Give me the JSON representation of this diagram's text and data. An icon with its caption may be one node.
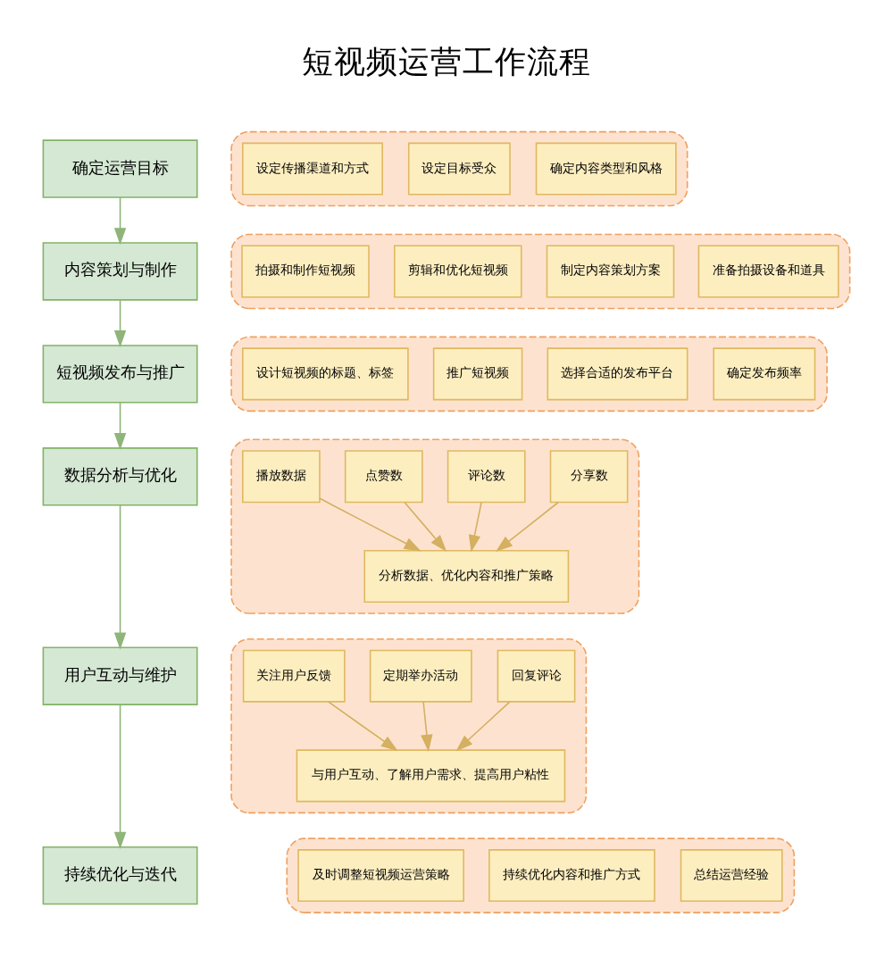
{
  "diagram": {
    "title": "短视频运营工作流程",
    "nodes": [
      {
        "text": [
          "确定运营目标"
        ]
      },
      {
        "text": [],
        "shape": "box"
      },
      {
        "text": [
          "设定目标受众"
        ],
        "in": 1
      },
      {
        "text": [
          "确定内容类型和风格"
        ],
        "in": 1
      },
      {
        "text": [
          "设定传播渠道和方式"
        ],
        "in": 1
      },
      {
        "text": [
          "内容策划与制作"
        ]
      },
      {
        "text": [],
        "shape": "box"
      },
      {
        "text": [
          "制定内容策划方案"
        ],
        "in": 6
      },
      {
        "text": [
          "准备拍摄设备和道具"
        ],
        "in": 6
      },
      {
        "text": [
          "拍摄和制作短视频"
        ],
        "in": 6
      },
      {
        "text": [
          "剪辑和优化短视频"
        ],
        "in": 6
      },
      {
        "text": [
          "短视频发布与推广"
        ]
      },
      {
        "text": [],
        "shape": "box"
      },
      {
        "text": [
          "选择合适的发布平台"
        ],
        "in": 12
      },
      {
        "text": [
          "确定发布频率"
        ],
        "in": 12
      },
      {
        "text": [
          "设计短视频的标题、标签"
        ],
        "in": 12
      },
      {
        "text": [
          "推广短视频"
        ],
        "in": 12
      },
      {
        "text": [
          "数据分析与优化"
        ]
      },
      {
        "text": [],
        "shape": "box"
      },
      {
        "text": [
          "播放数据"
        ],
        "in": 18
      },
      {
        "text": [
          "点赞数"
        ],
        "in": 18
      },
      {
        "text": [
          "评论数"
        ],
        "in": 18
      },
      {
        "text": [
          "分享数"
        ],
        "in": 18
      },
      {
        "text": [
          "分析数据、优化内容和推广策略"
        ],
        "in": 18
      },
      {
        "text": [
          "用户互动与维护"
        ]
      },
      {
        "text": [],
        "shape": "box"
      },
      {
        "text": [
          "回复评论"
        ],
        "in": 25
      },
      {
        "text": [
          "关注用户反馈"
        ],
        "in": 25
      },
      {
        "text": [
          "定期举办活动"
        ],
        "in": 25
      },
      {
        "text": [
          "与用户互动、了解用户需求、提高用户粘性"
        ],
        "in": 25
      },
      {
        "text": [
          "持续优化与迭代"
        ]
      },
      {
        "text": [],
        "shape": "box"
      },
      {
        "text": [
          "及时调整短视频运营策略"
        ],
        "in": 31
      },
      {
        "text": [
          "持续优化内容和推广方式"
        ],
        "in": 31
      },
      {
        "text": [
          "总结运营经验"
        ],
        "in": 31
      }
    ],
    "edges": [
      {
        "from": 0,
        "to": 5,
        "arrow": "to",
        "color": "#8fb57a"
      },
      {
        "from": 5,
        "to": 11,
        "arrow": "to",
        "color": "#8fb57a"
      },
      {
        "from": 11,
        "to": 17,
        "arrow": "to",
        "color": "#8fb57a"
      },
      {
        "from": 17,
        "to": 24,
        "arrow": "to",
        "color": "#8fb57a"
      },
      {
        "from": 24,
        "to": 30,
        "arrow": "to",
        "color": "#8fb57a"
      },
      {
        "from": 19,
        "to": 23,
        "arrow": "to"
      },
      {
        "from": 20,
        "to": 23,
        "arrow": "to"
      },
      {
        "from": 21,
        "to": 23,
        "arrow": "to"
      },
      {
        "from": 22,
        "to": 23,
        "arrow": "to"
      },
      {
        "from": 26,
        "to": 29,
        "arrow": "to"
      },
      {
        "from": 27,
        "to": 29,
        "arrow": "to"
      },
      {
        "from": 28,
        "to": 29,
        "arrow": "to"
      }
    ]
  }
}
